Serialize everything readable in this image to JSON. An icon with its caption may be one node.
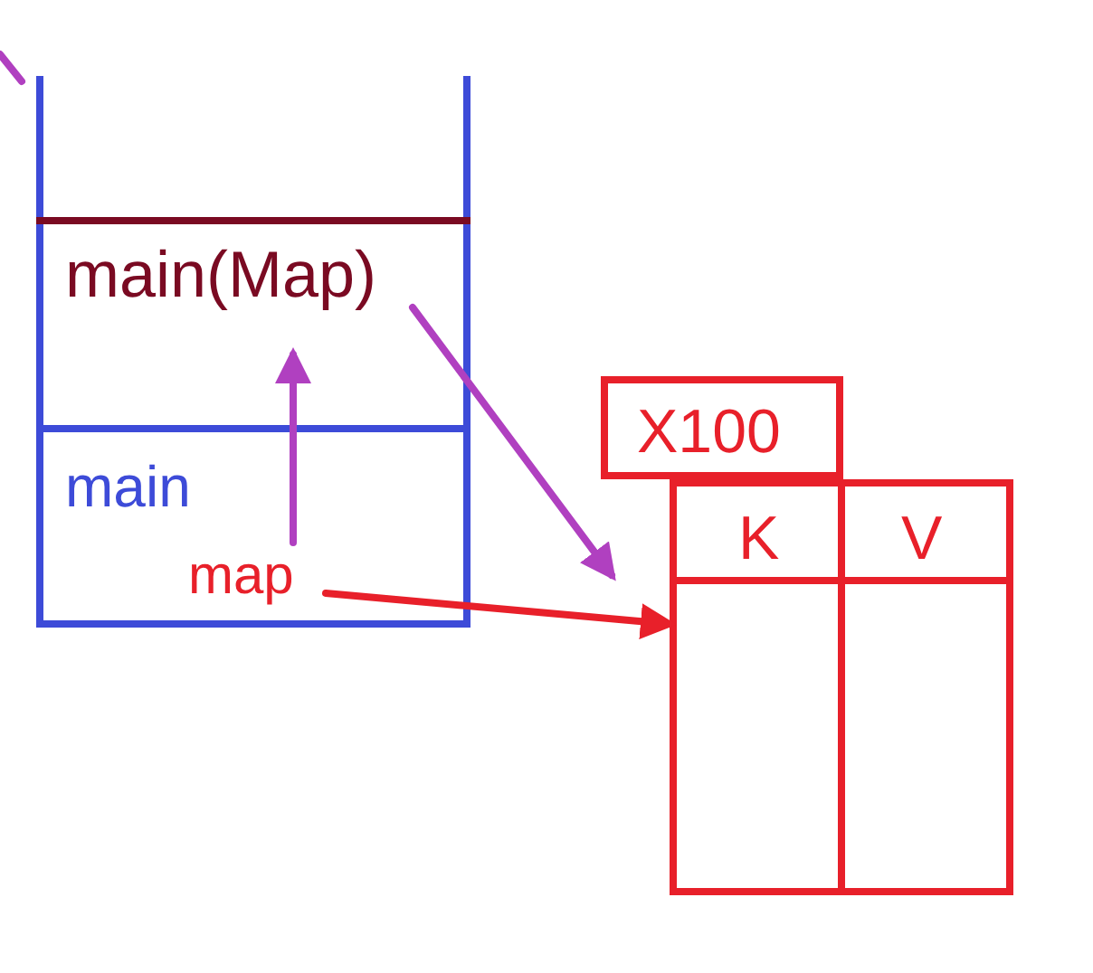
{
  "diagram": {
    "nodes": [
      {
        "text": [],
        "shape": "box"
      },
      {
        "text": [
          "main(Map)"
        ],
        "in": 0
      },
      {
        "text": [
          "main"
        ],
        "in": 0
      },
      {
        "text": [
          "map"
        ],
        "in": 2
      },
      {
        "text": [
          "X100"
        ]
      },
      {
        "text": [
          "K",
          "V"
        ]
      }
    ],
    "edges": [
      {
        "from": 3,
        "to": 1,
        "arrow": "to",
        "color": "#b040c0"
      },
      {
        "from": 1,
        "to": 5,
        "arrow": "to",
        "color": "#b040c0"
      },
      {
        "from": 3,
        "to": 5,
        "arrow": "to",
        "color": "#e8202a"
      }
    ]
  }
}
